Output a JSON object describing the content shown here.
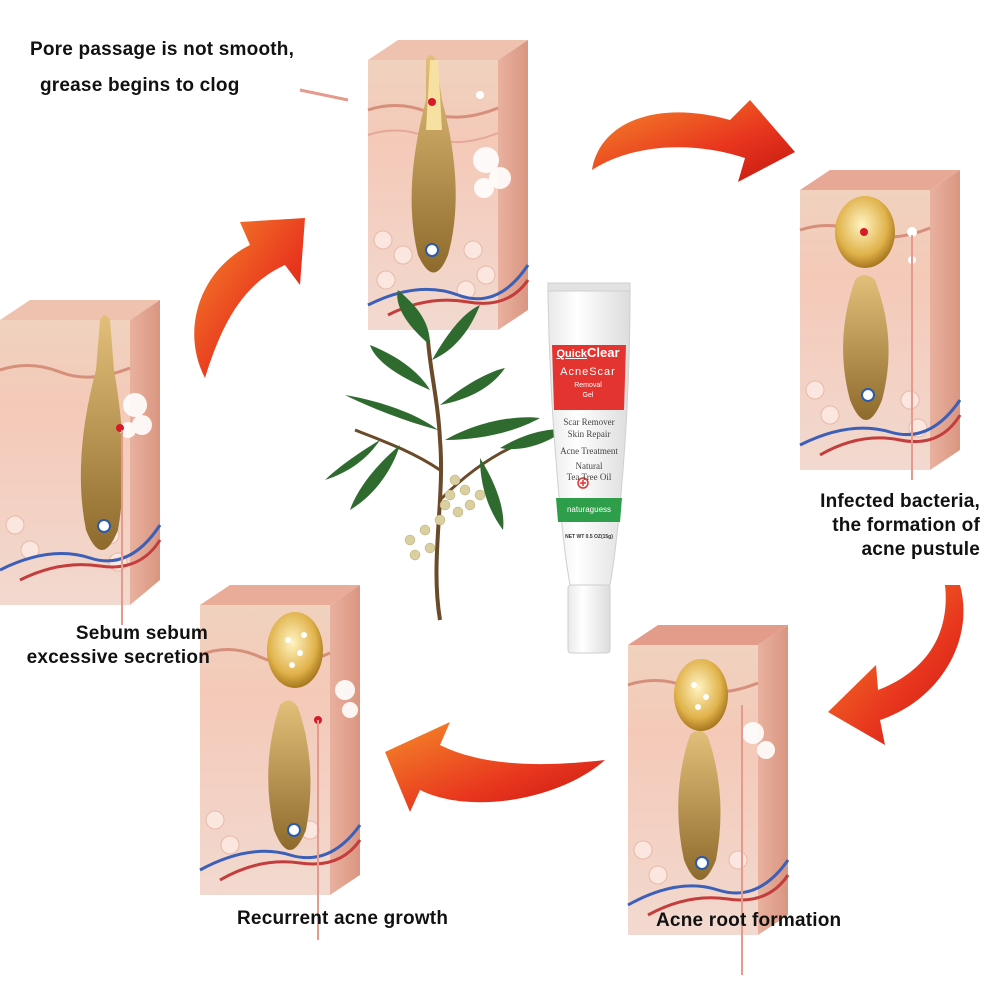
{
  "stages": [
    {
      "id": "pore-clog",
      "lines": [
        "Pore passage is not smooth,",
        "grease begins to clog"
      ]
    },
    {
      "id": "infected",
      "lines": [
        "Infected bacteria,",
        "the formation of",
        "acne pustule"
      ]
    },
    {
      "id": "root",
      "lines": [
        "Acne root formation"
      ]
    },
    {
      "id": "recurrent",
      "lines": [
        "Recurrent acne growth"
      ]
    },
    {
      "id": "sebum",
      "lines": [
        "Sebum sebum",
        "excessive secretion"
      ]
    }
  ],
  "product": {
    "brand_quick": "Quick",
    "brand_clear": "Clear",
    "name": "AcneScar",
    "sub1": "Removal",
    "sub2": "Gel",
    "features": [
      "Scar Remover",
      "Skin Repair",
      "Acne Treatment",
      "Natural",
      "Tea Tree Oil"
    ],
    "maker": "naturaguess",
    "net": "NET WT 0.5 OZ(15g)"
  },
  "colors": {
    "skin": "#f3c8b6",
    "skin_dark": "#e8a994",
    "follicle": "#9c7a3c",
    "arrow_red": "#e0261b",
    "arrow_orange": "#f16a1a",
    "tube_red": "#e3342f",
    "tube_green": "#2f9e4a",
    "leaf": "#2f6b2f"
  }
}
